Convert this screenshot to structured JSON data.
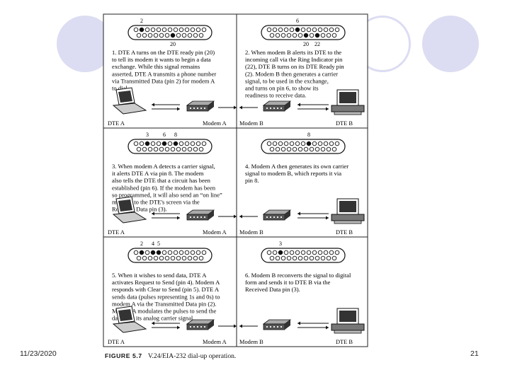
{
  "slide": {
    "date": "11/23/2020",
    "page_number": "21"
  },
  "figure": {
    "caption_label": "FIGURE 5.7",
    "caption_text": "V.24/EIA-232 dial-up operation.",
    "panels": [
      {
        "pin_labels_top": [
          "2"
        ],
        "pin_labels_bottom": [
          "20"
        ],
        "text": [
          "1. DTE A turns on the DTE ready pin (20)",
          "to tell its modem it wants to begin a data",
          "exchange. While this signal remains",
          "asserted, DTE A transmits a phone number",
          "via Transmitted Data (pin 2) for modem A",
          "to dial."
        ],
        "device_labels": [
          "DTE A",
          "Modem A"
        ]
      },
      {
        "pin_labels_top": [
          "6"
        ],
        "pin_labels_bottom": [
          "20",
          "22"
        ],
        "text": [
          "2. When modem B alerts its DTE to the",
          "incoming call via the Ring Indicator pin",
          "(22), DTE B turns on its DTE Ready pin",
          "(2). Modem B then generates a carrier",
          "signal, to be used in the exchange,",
          "and turns on pin 6, to show its",
          "readiness to receive data."
        ],
        "device_labels": [
          "Modem B",
          "DTE B"
        ]
      },
      {
        "pin_labels_top": [
          "3",
          "6",
          "8"
        ],
        "pin_labels_bottom": [],
        "text": [
          "3. When modem A detects a carrier signal,",
          "it alerts DTE A via pin 8. The modem",
          "also tells the DTE that a circuit has been",
          "established (pin 6). If the modem has been",
          "so programmed, it will also send an “on line”",
          "message to the DTE's screen via the",
          "Received Data pin (3)."
        ],
        "device_labels": [
          "DTE A",
          "Modem A"
        ]
      },
      {
        "pin_labels_top": [
          "8"
        ],
        "pin_labels_bottom": [],
        "text": [
          "4. Modem A then generates its own carrier",
          "signal to modem B, which reports it via",
          "pin 8."
        ],
        "device_labels": [
          "Modem B",
          "DTE B"
        ]
      },
      {
        "pin_labels_top": [
          "2",
          "4",
          "5"
        ],
        "pin_labels_bottom": [],
        "text": [
          "5. When it wishes to send data, DTE A",
          "activates Request to Send (pin 4). Modem A",
          "responds with Clear to Send (pin 5). DTE A",
          "sends data (pulses representing 1s and 0s) to",
          "modem A via the Transmitted Data pin (2).",
          "Modem A modulates the pulses to send the",
          "data over its analog carrier signal."
        ],
        "device_labels": [
          "DTE A",
          "Modem A"
        ]
      },
      {
        "pin_labels_top": [
          "3"
        ],
        "pin_labels_bottom": [],
        "text": [
          "6. Modem B reconverts the signal to digital",
          "form and sends it to DTE B via the",
          "Received Data pin (3)."
        ],
        "device_labels": [
          "Modem B",
          "DTE B"
        ]
      }
    ]
  }
}
